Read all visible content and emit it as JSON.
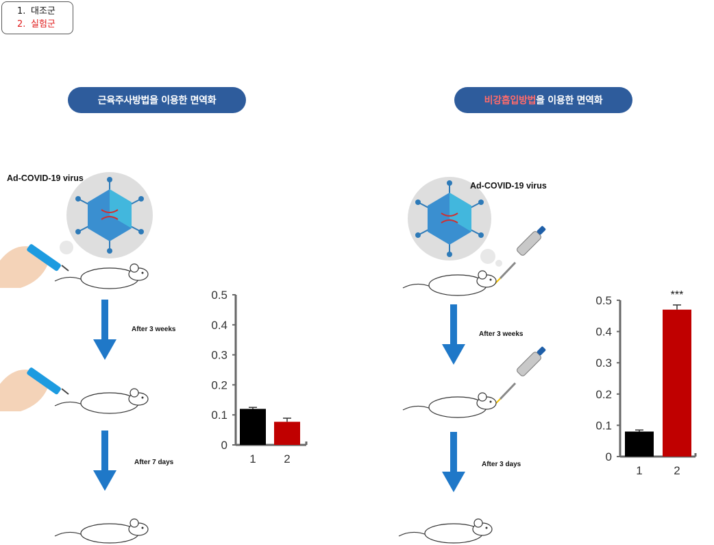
{
  "legend": {
    "items": [
      {
        "num": "1.",
        "label": "대조군",
        "color": "#111111"
      },
      {
        "num": "2.",
        "label": "실험군",
        "color": "#e01b1b"
      }
    ]
  },
  "left_panel": {
    "title": "근육주사방법을 이용한 면역화",
    "virus_label": "Ad-COVID-19 virus",
    "step1": "After 3 weeks",
    "step2": "After 7 days"
  },
  "right_panel": {
    "title_highlight": "비강흡입방법",
    "title_rest": "을 이용한 면역화",
    "virus_label": "Ad-COVID-19 virus",
    "step1": "After 3 weeks",
    "step2": "After 3 days"
  },
  "colors": {
    "pill": "#2e5c9c",
    "highlight": "#ff6b6b",
    "bar_control": "#000000",
    "bar_experiment": "#c00000",
    "arrow": "#1f78c8"
  },
  "chart_data": [
    {
      "type": "bar",
      "categories": [
        "1",
        "2"
      ],
      "values": [
        0.12,
        0.077
      ],
      "errors": [
        0.005,
        0.012
      ],
      "ylim": [
        0,
        0.5
      ],
      "yticks": [
        "0",
        "0.1",
        "0.2",
        "0.3",
        "0.4",
        "0.5"
      ],
      "annotation": "",
      "title": "",
      "xlabel": "",
      "ylabel": ""
    },
    {
      "type": "bar",
      "categories": [
        "1",
        "2"
      ],
      "values": [
        0.08,
        0.47
      ],
      "errors": [
        0.005,
        0.015
      ],
      "ylim": [
        0,
        0.5
      ],
      "yticks": [
        "0",
        "0.1",
        "0.2",
        "0.3",
        "0.4",
        "0.5"
      ],
      "annotation": "***",
      "title": "",
      "xlabel": "",
      "ylabel": ""
    }
  ]
}
